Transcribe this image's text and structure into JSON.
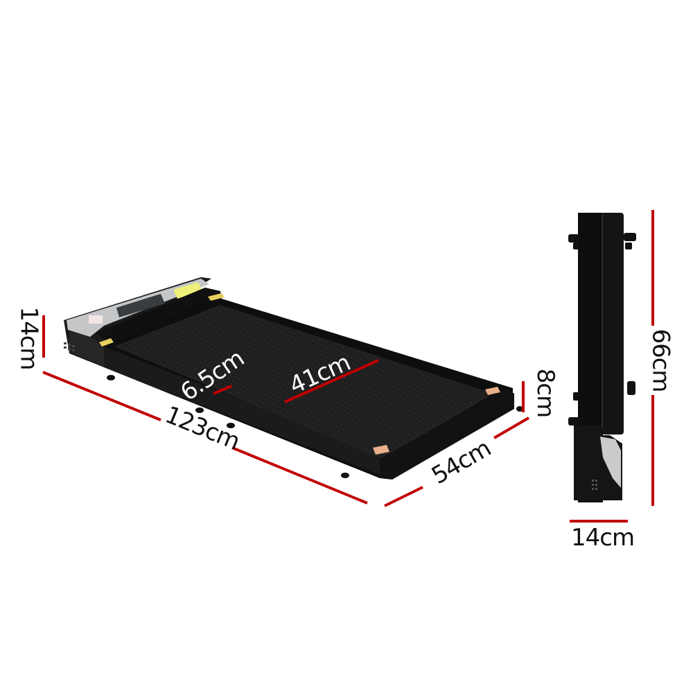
{
  "diagram": {
    "subject": "Folding walking treadmill dimensions",
    "colors": {
      "dimension_line": "#c00000",
      "body": "#141414",
      "belt": "#1c1c1c",
      "silver": "#b9bcbf",
      "yellow_label": "#eef07a",
      "accent_pad": "#e8d060"
    },
    "views": {
      "main": {
        "labels": {
          "height": "14cm",
          "length": "123cm",
          "deck_height": "6.5cm",
          "belt_width": "41cm",
          "end_height": "8cm",
          "width": "54cm"
        }
      },
      "folded": {
        "labels": {
          "height": "66cm",
          "depth": "14cm"
        }
      }
    }
  }
}
